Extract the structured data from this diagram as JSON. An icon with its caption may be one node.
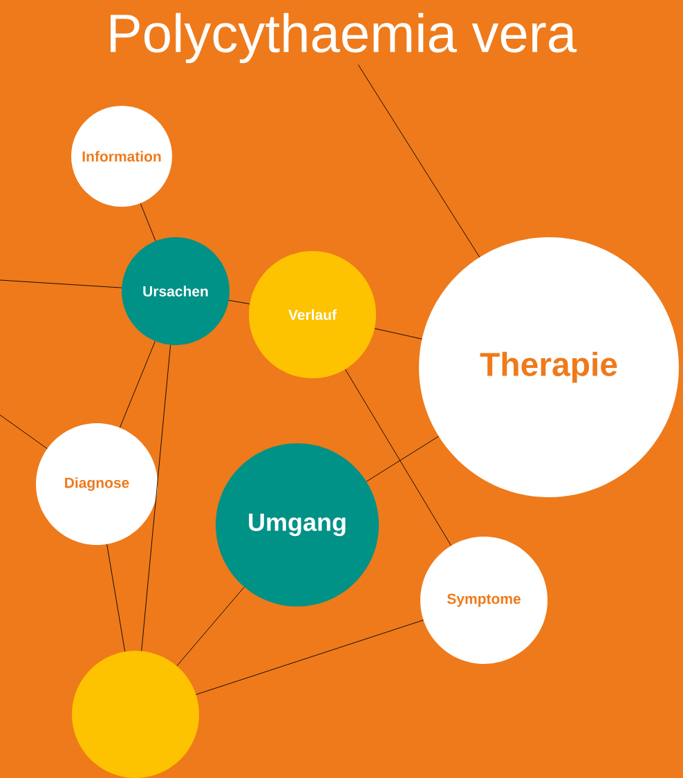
{
  "diagram": {
    "nodes": [
      {
        "text": [
          "Polycythaemia vera"
        ]
      },
      {
        "text": [
          "Information"
        ]
      },
      {
        "text": [
          "Ursachen"
        ]
      },
      {
        "text": [
          "Verlauf"
        ]
      },
      {
        "text": [
          "Therapie"
        ]
      },
      {
        "text": [
          "Diagnose"
        ]
      },
      {
        "text": [
          "Umgang"
        ]
      },
      {
        "text": [
          "Symptome"
        ]
      },
      {
        "text": [],
        "shape": "circle"
      }
    ],
    "edges": [
      {
        "from": 0,
        "to": 4,
        "arrow": "none"
      },
      {
        "from": null,
        "to": 2,
        "arrow": "none"
      },
      {
        "from": 1,
        "to": 2,
        "arrow": "none"
      },
      {
        "from": 2,
        "to": 3,
        "arrow": "none"
      },
      {
        "from": 2,
        "to": 5,
        "arrow": "none"
      },
      {
        "from": 2,
        "to": 8,
        "arrow": "none"
      },
      {
        "from": 3,
        "to": 4,
        "arrow": "none"
      },
      {
        "from": 3,
        "to": 7,
        "arrow": "none"
      },
      {
        "from": 4,
        "to": 6,
        "arrow": "none"
      },
      {
        "from": null,
        "to": 5,
        "arrow": "none"
      },
      {
        "from": 5,
        "to": 8,
        "arrow": "none"
      },
      {
        "from": 6,
        "to": 8,
        "arrow": "none"
      },
      {
        "from": 7,
        "to": 8,
        "arrow": "none"
      }
    ]
  }
}
